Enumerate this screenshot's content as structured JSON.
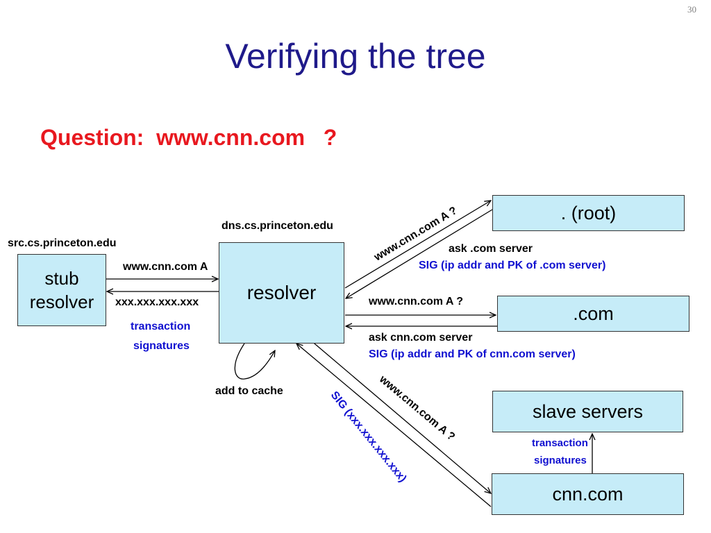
{
  "slide": {
    "number": "30",
    "title": "Verifying the tree",
    "question": "Question:  www.cnn.com   ?"
  },
  "hosts": {
    "stub_host": "src.cs.princeton.edu",
    "resolver_host": "dns.cs.princeton.edu"
  },
  "boxes": {
    "stub_line1": "stub",
    "stub_line2": "resolver",
    "resolver": "resolver",
    "root": ". (root)",
    "com": ".com",
    "slave": "slave servers",
    "cnn": "cnn.com"
  },
  "labels": {
    "stub_query": "www.cnn.com A",
    "stub_answer": "xxx.xxx.xxx.xxx",
    "stub_tsig1": "transaction",
    "stub_tsig2": "signatures",
    "root_query": "www.cnn.com A ?",
    "root_reply": "ask .com server",
    "root_sig": "SIG (ip addr and PK of .com server)",
    "com_query": "www.cnn.com A ?",
    "com_reply": "ask cnn.com server",
    "com_sig": "SIG (ip addr and PK of cnn.com server)",
    "cnn_query": "www.cnn.com A ?",
    "cnn_sig": "SIG (xxx.xxx.xxx.xxx)",
    "cache": "add to cache",
    "slave_tsig1": "transaction",
    "slave_tsig2": "signatures"
  },
  "colors": {
    "title": "#1f1a8a",
    "question": "#e8181f",
    "box_fill": "#c6ecf8",
    "signature_text": "#1010d0"
  }
}
